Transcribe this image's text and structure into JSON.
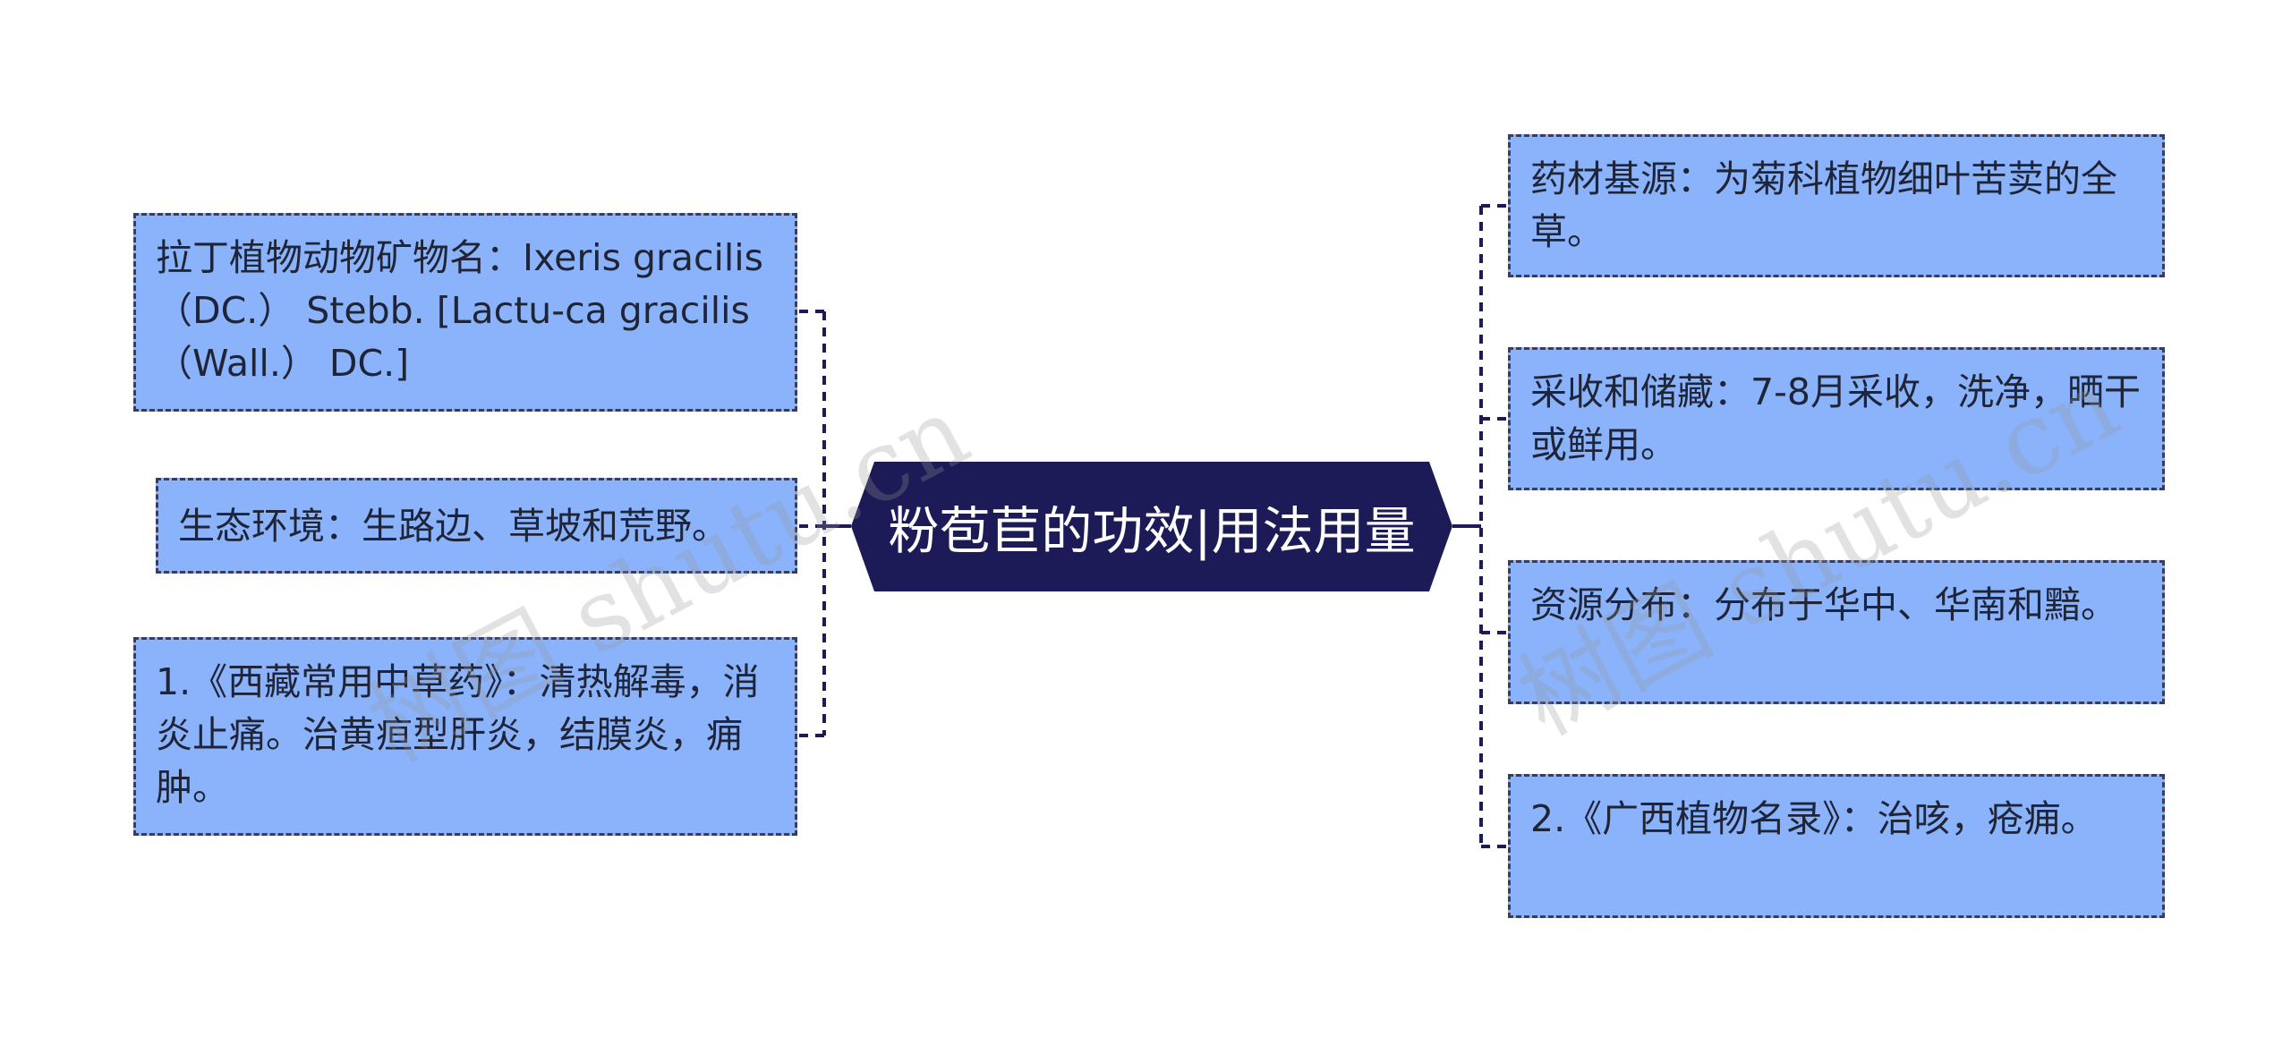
{
  "center": {
    "title": "粉苞苣的功效|用法用量"
  },
  "left_nodes": [
    {
      "text": "拉丁植物动物矿物名：Ixeris gracilis （DC.） Stebb. [Lactu-ca gracilis （Wall.） DC.]"
    },
    {
      "text": "生态环境：生路边、草坡和荒野。"
    },
    {
      "text": "1.《西藏常用中草药》：清热解毒，消炎止痛。治黄疸型肝炎，结膜炎，痈肿。"
    }
  ],
  "right_nodes": [
    {
      "text": "药材基源：为菊科植物细叶苦荬的全草。"
    },
    {
      "text": "采收和储藏：7-8月采收，洗净，晒干或鲜用。"
    },
    {
      "text": "资源分布：分布于华中、华南和黯。"
    },
    {
      "text": "2.《广西植物名录》：治咳，疮痈。"
    }
  ],
  "watermarks": [
    {
      "text": "树图 shutu.cn"
    },
    {
      "text": "树图 shutu.cn"
    }
  ],
  "colors": {
    "center_fill": "#1c1b57",
    "node_fill": "#8ab3fb",
    "node_border": "#3a3c5a",
    "connector": "#1c1b57"
  }
}
